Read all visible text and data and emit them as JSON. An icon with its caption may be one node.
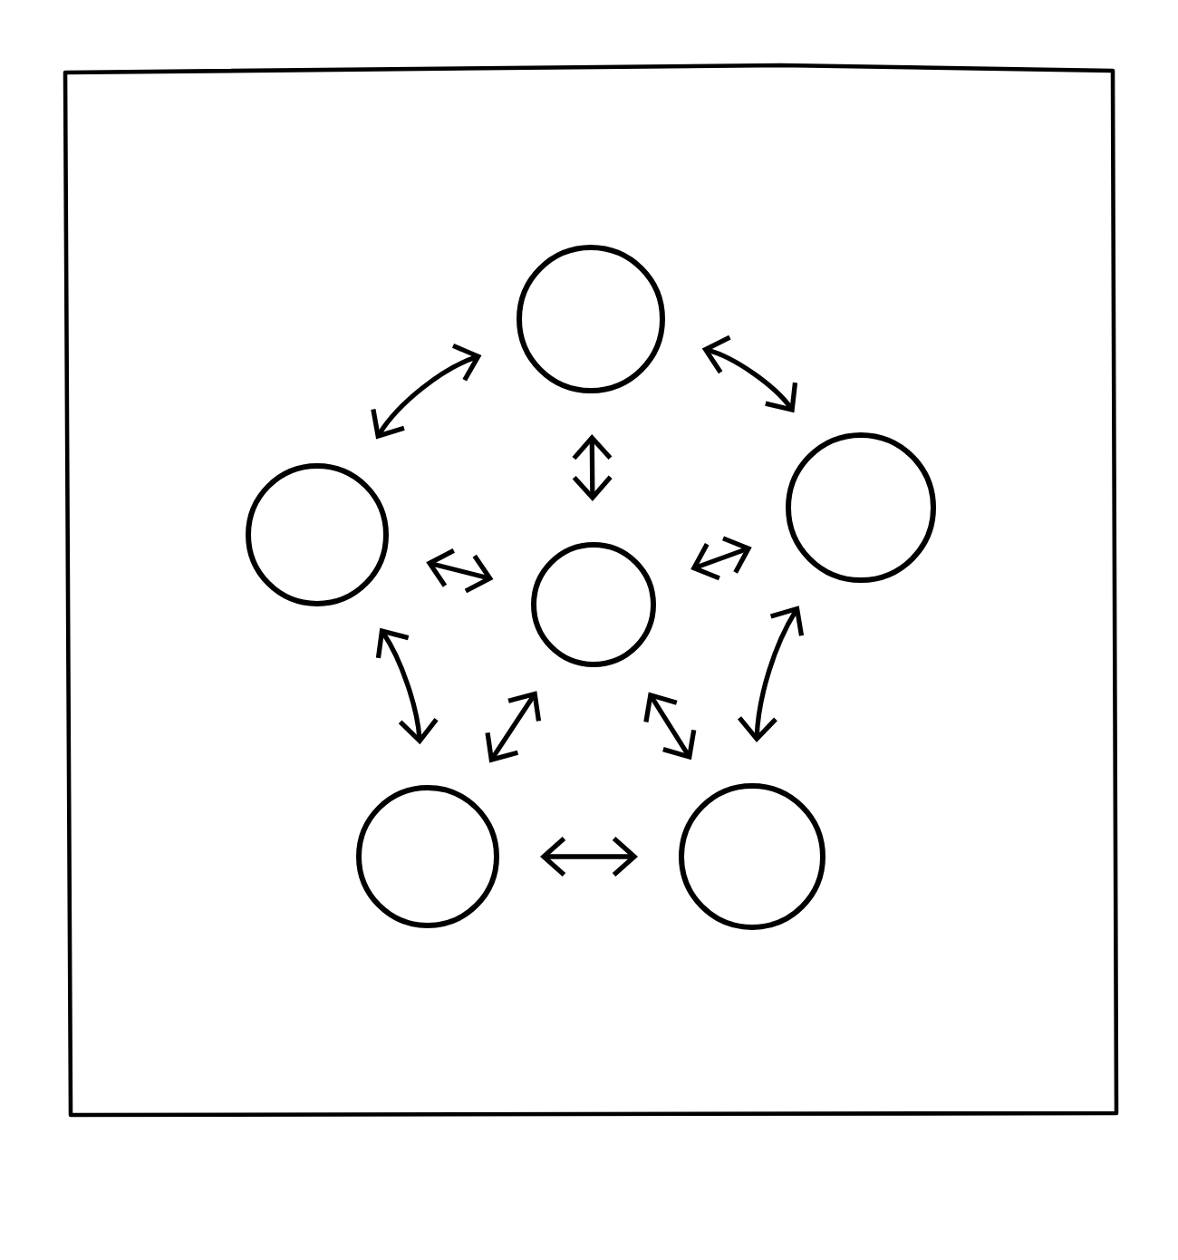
{
  "diagram": {
    "nodes": [
      {
        "text": [],
        "shape": "circle"
      },
      {
        "text": [],
        "shape": "circle"
      },
      {
        "text": [],
        "shape": "circle"
      },
      {
        "text": [],
        "shape": "circle"
      },
      {
        "text": [],
        "shape": "circle"
      },
      {
        "text": [],
        "shape": "circle"
      }
    ],
    "edges": [
      {
        "from": 0,
        "to": 1,
        "arrow": "both"
      },
      {
        "from": 0,
        "to": 2,
        "arrow": "both"
      },
      {
        "from": 0,
        "to": 3,
        "arrow": "both"
      },
      {
        "from": 1,
        "to": 3,
        "arrow": "both"
      },
      {
        "from": 2,
        "to": 3,
        "arrow": "both"
      },
      {
        "from": 1,
        "to": 4,
        "arrow": "both"
      },
      {
        "from": 2,
        "to": 5,
        "arrow": "both"
      },
      {
        "from": 4,
        "to": 5,
        "arrow": "both"
      },
      {
        "from": 3,
        "to": 4,
        "arrow": "both"
      },
      {
        "from": 3,
        "to": 5,
        "arrow": "both"
      }
    ]
  }
}
